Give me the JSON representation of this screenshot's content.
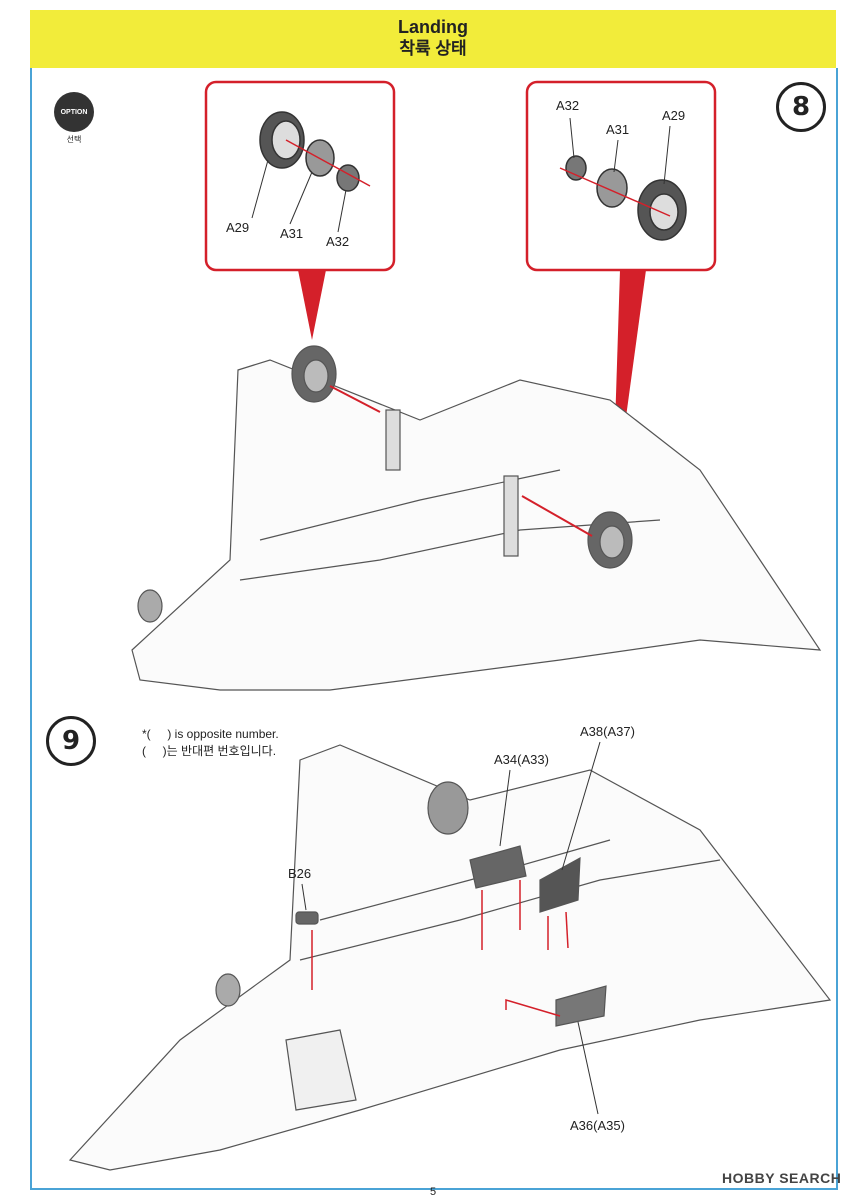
{
  "header": {
    "title_en": "Landing",
    "title_ko": "착륙 상태"
  },
  "option_badge": {
    "label": "OPTION",
    "sublabel": "선택"
  },
  "steps": {
    "step8": "8",
    "step9": "9"
  },
  "note": {
    "line1": "*(     ) is opposite number.",
    "line2": "(     )는 반대편 번호입니다."
  },
  "left_callout": {
    "a29": "A29",
    "a31": "A31",
    "a32": "A32"
  },
  "right_callout": {
    "a32": "A32",
    "a31": "A31",
    "a29": "A29"
  },
  "parts_step9": {
    "b26": "B26",
    "a34": "A34(A33)",
    "a38": "A38(A37)",
    "a36": "A36(A35)"
  },
  "colors": {
    "header_bg": "#f2ec3a",
    "callout_red": "#d4202a",
    "frame_blue": "#4aa3d6"
  },
  "page_number": "5",
  "watermark": "HOBBY SEARCH"
}
